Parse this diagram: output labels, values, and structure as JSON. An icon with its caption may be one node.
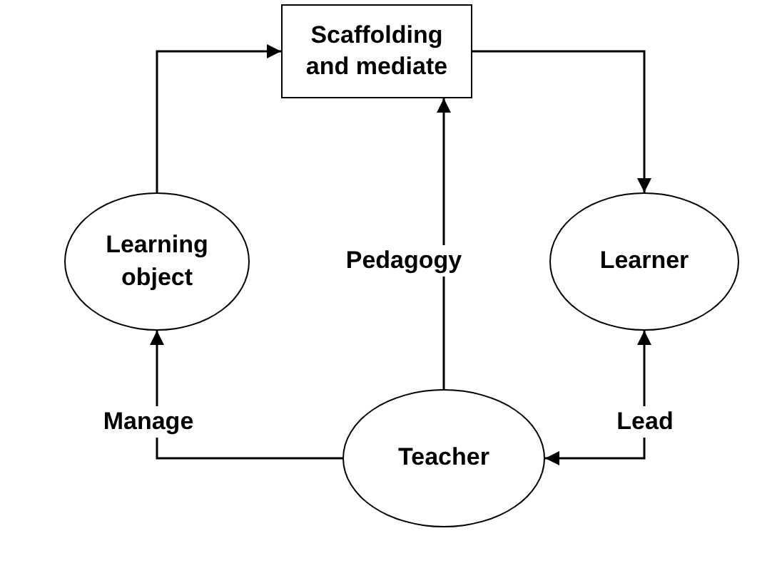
{
  "diagram": {
    "nodes": [
      {
        "text": [
          "Scaffolding and mediate"
        ]
      },
      {
        "text": [
          "Learning object"
        ]
      },
      {
        "text": [
          "Learner"
        ]
      },
      {
        "text": [
          "Teacher"
        ]
      }
    ],
    "edges": [
      {
        "from": 1,
        "to": 0,
        "arrow": "to"
      },
      {
        "from": 0,
        "to": 2,
        "arrow": "to"
      },
      {
        "from": 3,
        "to": 0,
        "arrow": "to",
        "label": "Pedagogy"
      },
      {
        "from": 3,
        "to": 1,
        "arrow": "to",
        "label": "Manage"
      },
      {
        "from": 3,
        "to": 2,
        "arrow": "both",
        "label": "Lead"
      }
    ]
  }
}
